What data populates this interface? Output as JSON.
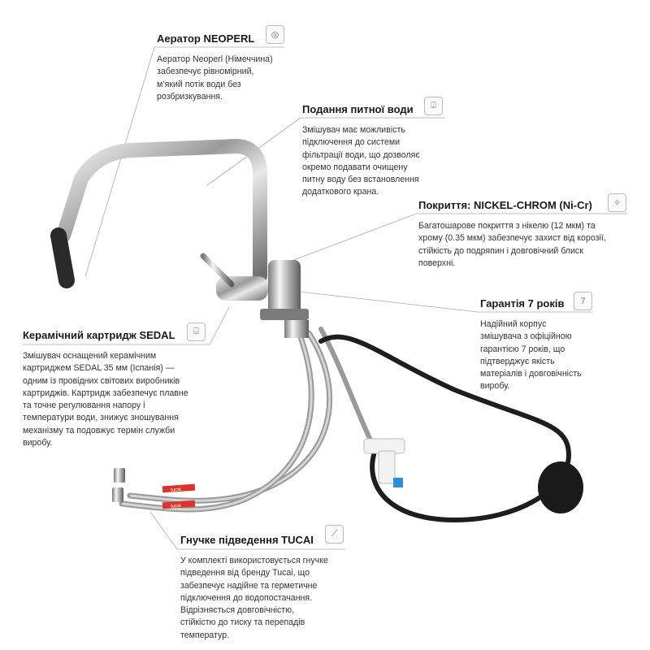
{
  "features": [
    {
      "id": "aerator",
      "title": "Аератор NEOPERL",
      "icon": "aerator-icon",
      "lines": [
        "Аератор Neoperl (Німеччина)",
        "забезпечує рівномірний,",
        "м’який потік води без",
        "розбризкування."
      ]
    },
    {
      "id": "drinking",
      "title": "Подання питної води",
      "icon": "water-glass-icon",
      "lines": [
        "Змішувач має можливість",
        "підключення до системи",
        "фільтрації води, що дозволяє",
        "окремо подавати очищену",
        "питну воду без встановлення",
        "додаткового крана."
      ]
    },
    {
      "id": "coating",
      "title": "Покриття: NICKEL-CHROM (Ni-Cr)",
      "icon": "sparkle-icon",
      "lines": [
        "Багатошарове покриття з нікелю (12 мкм) та",
        "хрому (0.35 мкм) забезпечує захист від корозії,",
        "стійкість до подряпин і довговічний блиск",
        "поверхні."
      ]
    },
    {
      "id": "warranty",
      "title": "Гарантія 7 років",
      "icon": "warranty-badge-icon",
      "badge": "7",
      "lines": [
        "Надійний корпус",
        "змішувача з офіційною",
        "гарантією 7 років, що",
        "підтверджує якість",
        "матеріалів і довговічність",
        "виробу."
      ]
    },
    {
      "id": "cartridge",
      "title": "Керамічний картридж SEDAL",
      "icon": "cartridge-icon",
      "lines": [
        "Змішувач оснащений керамічним",
        "картриджем SEDAL 35 мм (Іспанія) —",
        "одним із провідних світових виробників",
        "картриджів. Картридж забезпечує плавне",
        "та точне регулювання напору і",
        "температури води, знижує зношування",
        "механізму та подовжує термін служби",
        "виробу."
      ]
    },
    {
      "id": "hoses",
      "title": "Гнучке підведення TUCAI",
      "icon": "hose-icon",
      "lines": [
        "У комплекті використовується гнучке",
        "підведення від бренду Tucai, що",
        "забезпечує надійне та герметичне",
        "підключення до водопостачання.",
        "Відрізняється довговічністю,",
        "стійкістю до тиску та перепадів",
        "температур."
      ]
    }
  ],
  "hose_label": "tucai",
  "colors": {
    "chrome": "#c8c8c8",
    "hose_red": "#d9352b",
    "pull_hose": "#1e1e1e",
    "valve_blue": "#2a8fd6"
  }
}
